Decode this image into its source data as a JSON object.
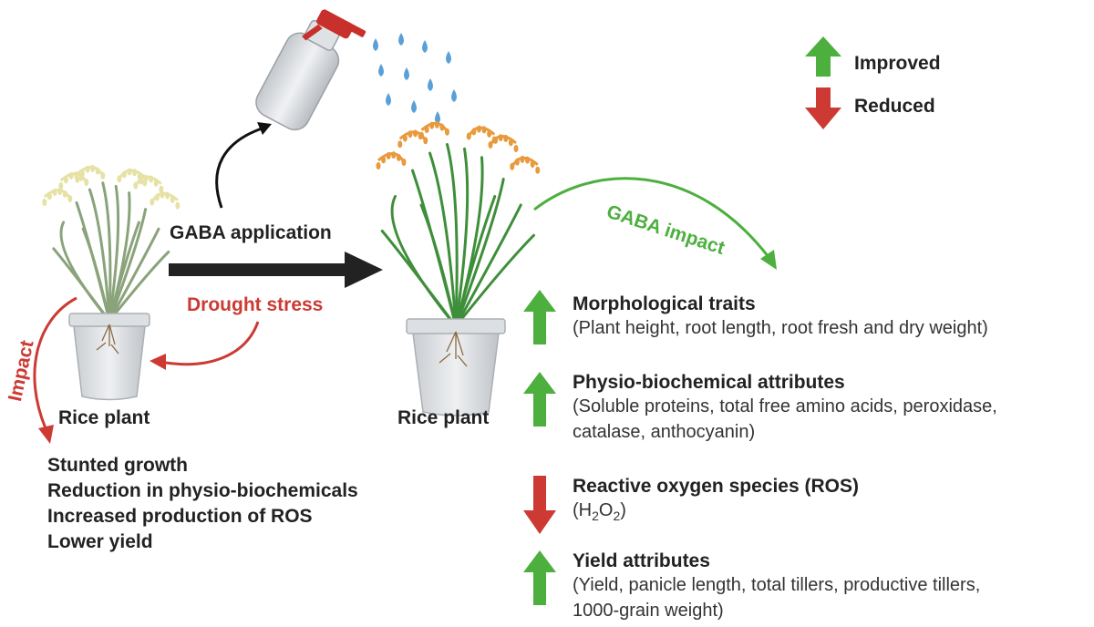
{
  "legend": {
    "improved": "Improved",
    "reduced": "Reduced"
  },
  "arrows": {
    "gaba_application": "GABA application",
    "drought_stress": "Drought stress",
    "impact": "Impact",
    "gaba_impact": "GABA impact"
  },
  "plants": {
    "left_label": "Rice plant",
    "right_label": "Rice plant"
  },
  "drought_effects": [
    "Stunted growth",
    "Reduction in physio-biochemicals",
    "Increased production of ROS",
    "Lower yield"
  ],
  "outcomes": [
    {
      "direction": "improved",
      "title": "Morphological traits",
      "details": [
        "(Plant height, root length, root fresh and dry weight)"
      ]
    },
    {
      "direction": "improved",
      "title": "Physio-biochemical attributes",
      "details": [
        "(Soluble proteins, total free amino acids, peroxidase,",
        "catalase, anthocyanin)"
      ]
    },
    {
      "direction": "reduced",
      "title": "Reactive oxygen species (ROS)",
      "details_prefix": "(H",
      "details_sub1": "2",
      "details_mid": "O",
      "details_sub2": "2",
      "details_suffix": ")"
    },
    {
      "direction": "improved",
      "title": "Yield attributes",
      "details": [
        "(Yield, panicle length, total tillers, productive tillers,",
        "1000-grain weight)"
      ]
    }
  ],
  "colors": {
    "improved": "#4caf3e",
    "reduced": "#cc3a33",
    "main_arrow": "#222222",
    "leaf_healthy": "#3e8e3a",
    "leaf_stressed": "#8aa37a",
    "panicle_healthy": "#e89a3c",
    "panicle_stressed": "#e6e2a6",
    "water_drop": "#5aa0d8"
  }
}
